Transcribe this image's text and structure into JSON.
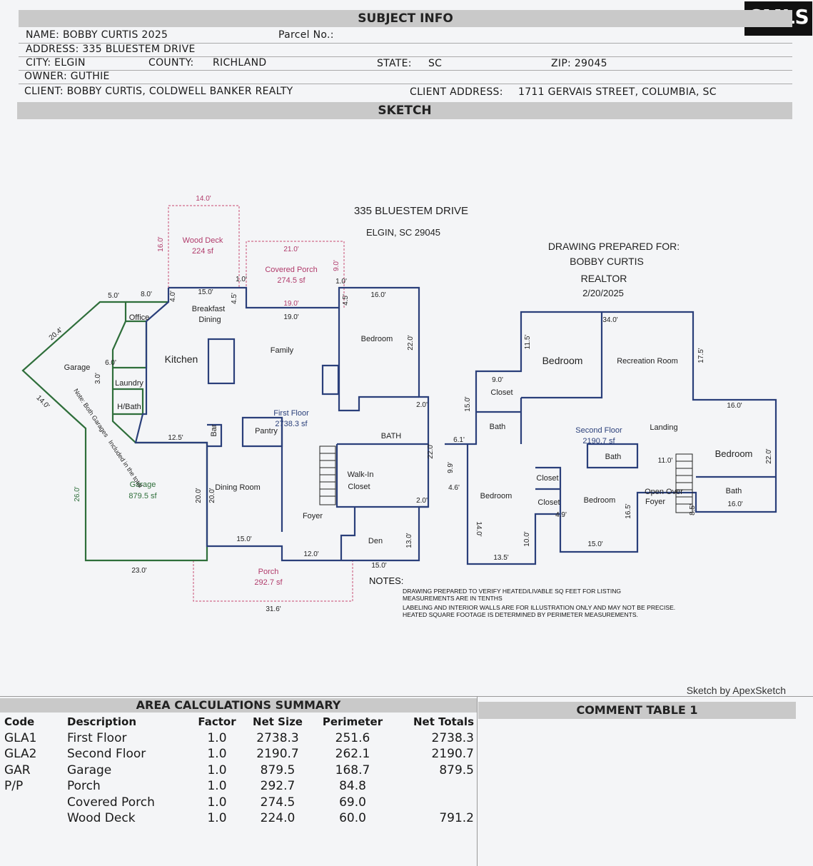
{
  "watermark": "CMLS",
  "subject": {
    "header": "SUBJECT INFO",
    "name": "NAME: BOBBY CURTIS 2025",
    "parcel": "Parcel No.:",
    "address": "ADDRESS: 335 BLUESTEM DRIVE",
    "city": "CITY: ELGIN",
    "county_label": "COUNTY:",
    "county": "RICHLAND",
    "state_label": "STATE:",
    "state": "SC",
    "zip": "ZIP: 29045",
    "owner": "OWNER: GUTHIE",
    "client": "CLIENT: BOBBY CURTIS, COLDWELL BANKER REALTY",
    "client_address_label": "CLIENT ADDRESS:",
    "client_address": "1711  GERVAIS STREET, COLUMBIA, SC"
  },
  "sketch": {
    "header": "SKETCH",
    "street": "335 BLUESTEM DRIVE",
    "citystate": "ELGIN, SC 29045",
    "prepared_for": "DRAWING PREPARED FOR:",
    "client_name": "BOBBY CURTIS",
    "role": "REALTOR",
    "date": "2/20/2025",
    "credit": "Sketch by ApexSketch",
    "notes_title": "NOTES:",
    "note1": "DRAWING PREPARED TO VERIFY HEATED/LIVABLE SQ FEET FOR LISTING",
    "note2": "MEASUREMENTS ARE IN TENTHS",
    "note3": "LABELING AND INTERIOR WALLS ARE FOR ILLUSTRATION ONLY AND MAY NOT BE PRECISE.",
    "note4": "HEATED SQUARE FOOTAGE IS DETERMINED BY PERIMETER MEASUREMENTS.",
    "garage_note1": "Note: Both Garages",
    "garage_note2": "Included in the total",
    "rooms": {
      "wood_deck": "Wood Deck",
      "wood_deck_sf": "224 sf",
      "covered_porch": "Covered Porch",
      "covered_porch_sf": "274.5 sf",
      "office": "Office",
      "breakfast": "Breakfast",
      "dining": "Dining",
      "kitchen": "Kitchen",
      "family": "Family",
      "bedroom": "Bedroom",
      "garage": "Garage",
      "laundry": "Laundry",
      "hbath": "H/Bath",
      "bar": "Bar",
      "pantry": "Pantry",
      "first_floor": "First Floor",
      "first_floor_sf": "2738.3 sf",
      "bath_caps": "BATH",
      "walkin": "Walk-In",
      "closet": "Closet",
      "dining_room": "Dining Room",
      "foyer": "Foyer",
      "den": "Den",
      "garage2": "Garage",
      "garage2_sf": "879.5 sf",
      "porch": "Porch",
      "porch_sf": "292.7 sf",
      "recreation": "Recreation Room",
      "bath": "Bath",
      "second_floor": "Second Floor",
      "second_floor_sf": "2190.7 sf",
      "landing": "Landing",
      "open_foyer": "Open Over",
      "foyer2": "Foyer"
    },
    "dims": {
      "d14": "14.0'",
      "d16": "16.0'",
      "d21": "21.0'",
      "d9": "9.0'",
      "d10": "1.0'",
      "d5": "5.0'",
      "d8": "8.0'",
      "d15": "15.0'",
      "d45": "4.5'",
      "d40": "4.0'",
      "d19": "19.0'",
      "d204": "20.4'",
      "d220": "22.0'",
      "d3": "3.0'",
      "d6": "6.0'",
      "d125": "12.5'",
      "d2": "2.0'",
      "d260": "26.0'",
      "d200": "20.0'",
      "d230": "23.0'",
      "d120": "12.0'",
      "d316": "31.6'",
      "d130": "13.0'",
      "d150": "15.0'",
      "d340": "34.0'",
      "d115": "11.5'",
      "d175": "17.5'",
      "d61": "6.1'",
      "d99": "9.9'",
      "d46": "4.6'",
      "d140": "14.0'",
      "d135": "13.5'",
      "d100": "10.0'",
      "d49": "4.9'",
      "d165": "16.5'",
      "d110": "11.0'",
      "d85": "8.5'"
    }
  },
  "area": {
    "header": "AREA CALCULATIONS SUMMARY",
    "columns": [
      "Code",
      "Description",
      "Factor",
      "Net Size",
      "Perimeter",
      "Net Totals"
    ],
    "rows": [
      [
        "GLA1",
        "First Floor",
        "1.0",
        "2738.3",
        "251.6",
        "2738.3"
      ],
      [
        "GLA2",
        "Second Floor",
        "1.0",
        "2190.7",
        "262.1",
        "2190.7"
      ],
      [
        "GAR",
        "Garage",
        "1.0",
        "879.5",
        "168.7",
        "879.5"
      ],
      [
        "P/P",
        "Porch",
        "1.0",
        "292.7",
        "84.8",
        ""
      ],
      [
        "",
        "Covered Porch",
        "1.0",
        "274.5",
        "69.0",
        ""
      ],
      [
        "",
        "Wood Deck",
        "1.0",
        "224.0",
        "60.0",
        "791.2"
      ]
    ]
  },
  "comment": {
    "header": "COMMENT TABLE 1"
  }
}
